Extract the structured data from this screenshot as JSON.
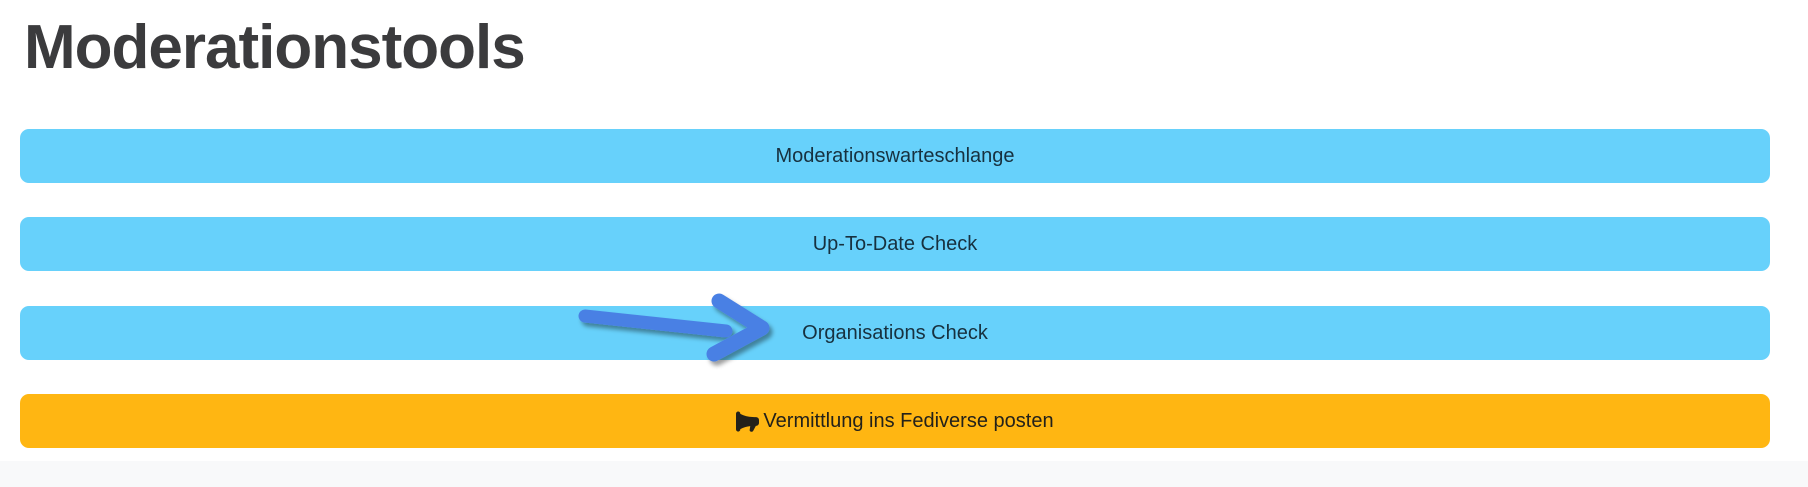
{
  "page": {
    "title": "Moderationstools"
  },
  "buttons": [
    {
      "label": "Moderationswarteschlange",
      "style": "info"
    },
    {
      "label": "Up-To-Date Check",
      "style": "info"
    },
    {
      "label": "Organisations Check",
      "style": "info"
    },
    {
      "label": "Vermittlung ins Fediverse posten",
      "style": "warning",
      "icon": "megaphone-icon"
    }
  ],
  "annotations": {
    "arrow": {
      "shape": "thick-right-arrow",
      "points_to": "Organisations Check",
      "color": "#4a80e4"
    }
  },
  "colors": {
    "info_button_bg": "#67d1fb",
    "warning_button_bg": "#ffb612",
    "info_button_text": "#17313f",
    "warning_button_text": "#23211a",
    "heading_text": "#3b3b3d",
    "footer_band_bg": "#f8f9fa",
    "arrow_blue": "#4a80e4"
  }
}
